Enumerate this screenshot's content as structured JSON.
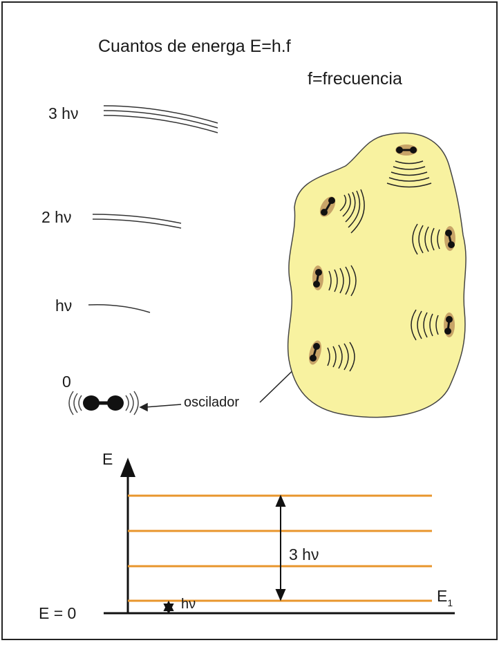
{
  "title": "Cuantos de energa E=h.f",
  "subtitle": "f=frecuencia",
  "levels": {
    "three": "3 hν",
    "two": "2 hν",
    "one": "hν",
    "zero": "0"
  },
  "oscillator_label": "oscilador",
  "energy_diagram": {
    "axis_label": "E",
    "ground_label": "E = 0",
    "span_label": "3 hν",
    "step_label": "hν",
    "e1_label": "E",
    "e1_subscript": "1"
  },
  "colors": {
    "blob_fill": "#f8f2a0",
    "level_line": "#e8962c",
    "ink": "#1a1a1a"
  }
}
